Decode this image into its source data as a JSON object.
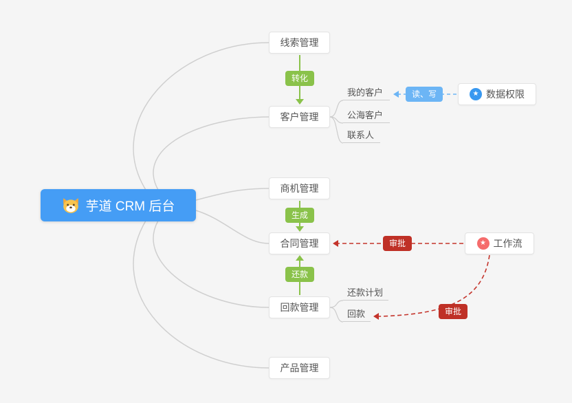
{
  "root": {
    "label": "芋道 CRM 后台"
  },
  "branches": {
    "leads": {
      "label": "线索管理"
    },
    "customers": {
      "label": "客户管理",
      "children": {
        "my": "我的客户",
        "public": "公海客户",
        "contacts": "联系人"
      }
    },
    "opportunities": {
      "label": "商机管理"
    },
    "contracts": {
      "label": "合同管理"
    },
    "receivables": {
      "label": "回款管理",
      "children": {
        "plan": "还款计划",
        "payment": "回款"
      }
    },
    "products": {
      "label": "产品管理"
    }
  },
  "external": {
    "data_permission": {
      "label": "数据权限",
      "icon": "★"
    },
    "workflow": {
      "label": "工作流",
      "icon": "★"
    }
  },
  "edge_labels": {
    "convert": "转化",
    "generate": "生成",
    "repay": "还款",
    "read_write": "读、写",
    "approve_contract": "审批",
    "approve_receivable": "审批"
  },
  "colors": {
    "background": "#f5f5f5",
    "root_bg": "#459df5",
    "edge_green": "#8ac24a",
    "edge_blue": "#6cb5f5",
    "edge_red": "#c4342b",
    "badge_red_bg": "#bf3026",
    "perm_icon_bg": "#3898f0",
    "workflow_icon_bg": "#f56c6c"
  }
}
